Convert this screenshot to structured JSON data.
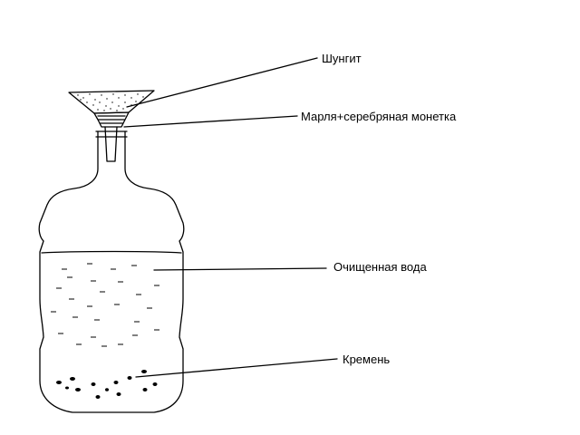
{
  "labels": {
    "shungite": "Шунгит",
    "gauze_coin": "Марля+серебряная монетка",
    "purified_water": "Очищенная вода",
    "flint": "Кремень"
  },
  "colors": {
    "stroke": "#000000",
    "background": "#ffffff"
  }
}
